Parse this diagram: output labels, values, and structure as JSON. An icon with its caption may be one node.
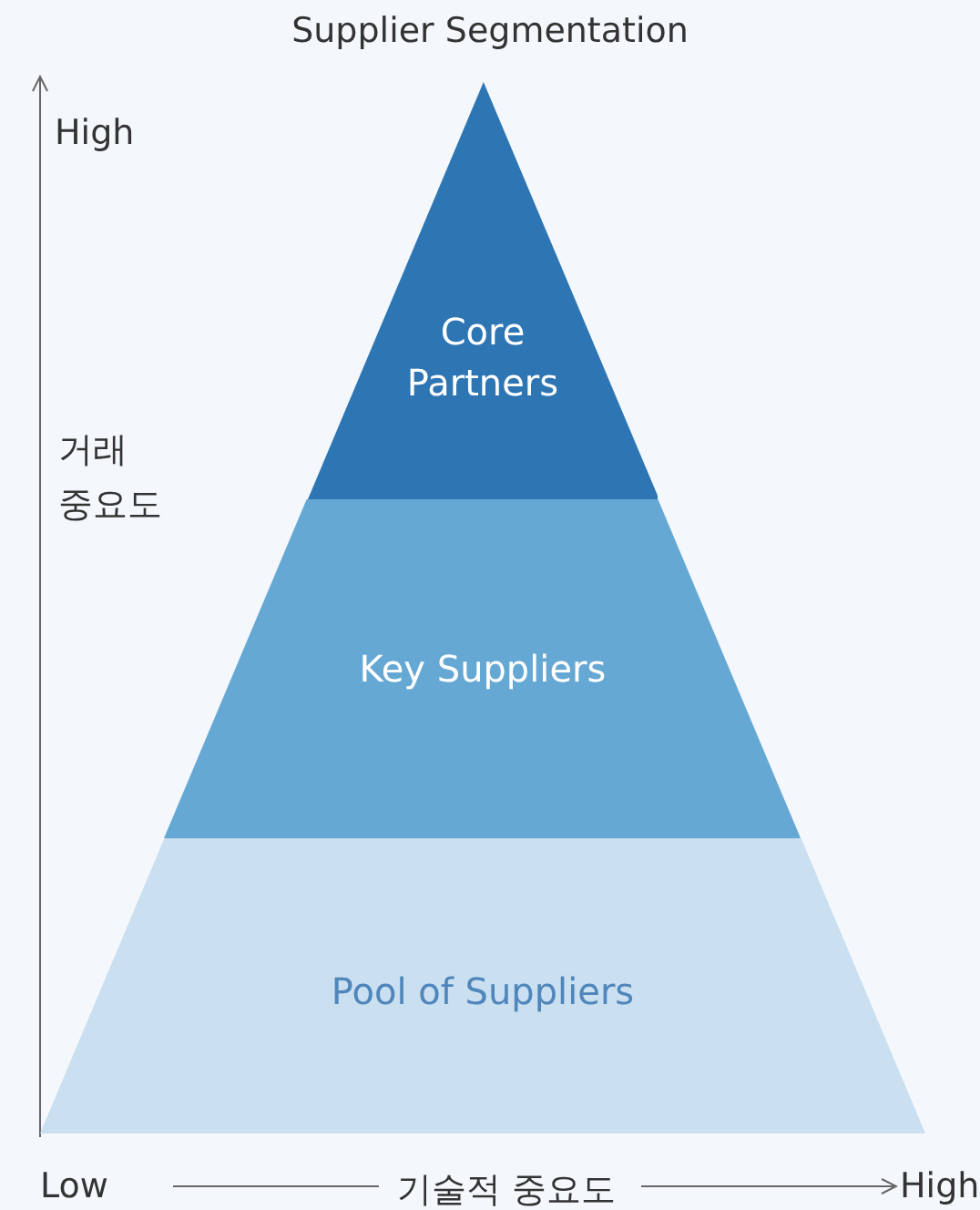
{
  "diagram": {
    "title": "Supplier Segmentation",
    "nodes": [
      {
        "text": [
          "Core Partners"
        ]
      },
      {
        "text": [
          "Key Suppliers"
        ]
      },
      {
        "text": [
          "Pool of Suppliers"
        ]
      }
    ],
    "labels": [
      "High",
      "거래 중요도",
      "Low",
      "기술적 중요도",
      "High"
    ]
  }
}
